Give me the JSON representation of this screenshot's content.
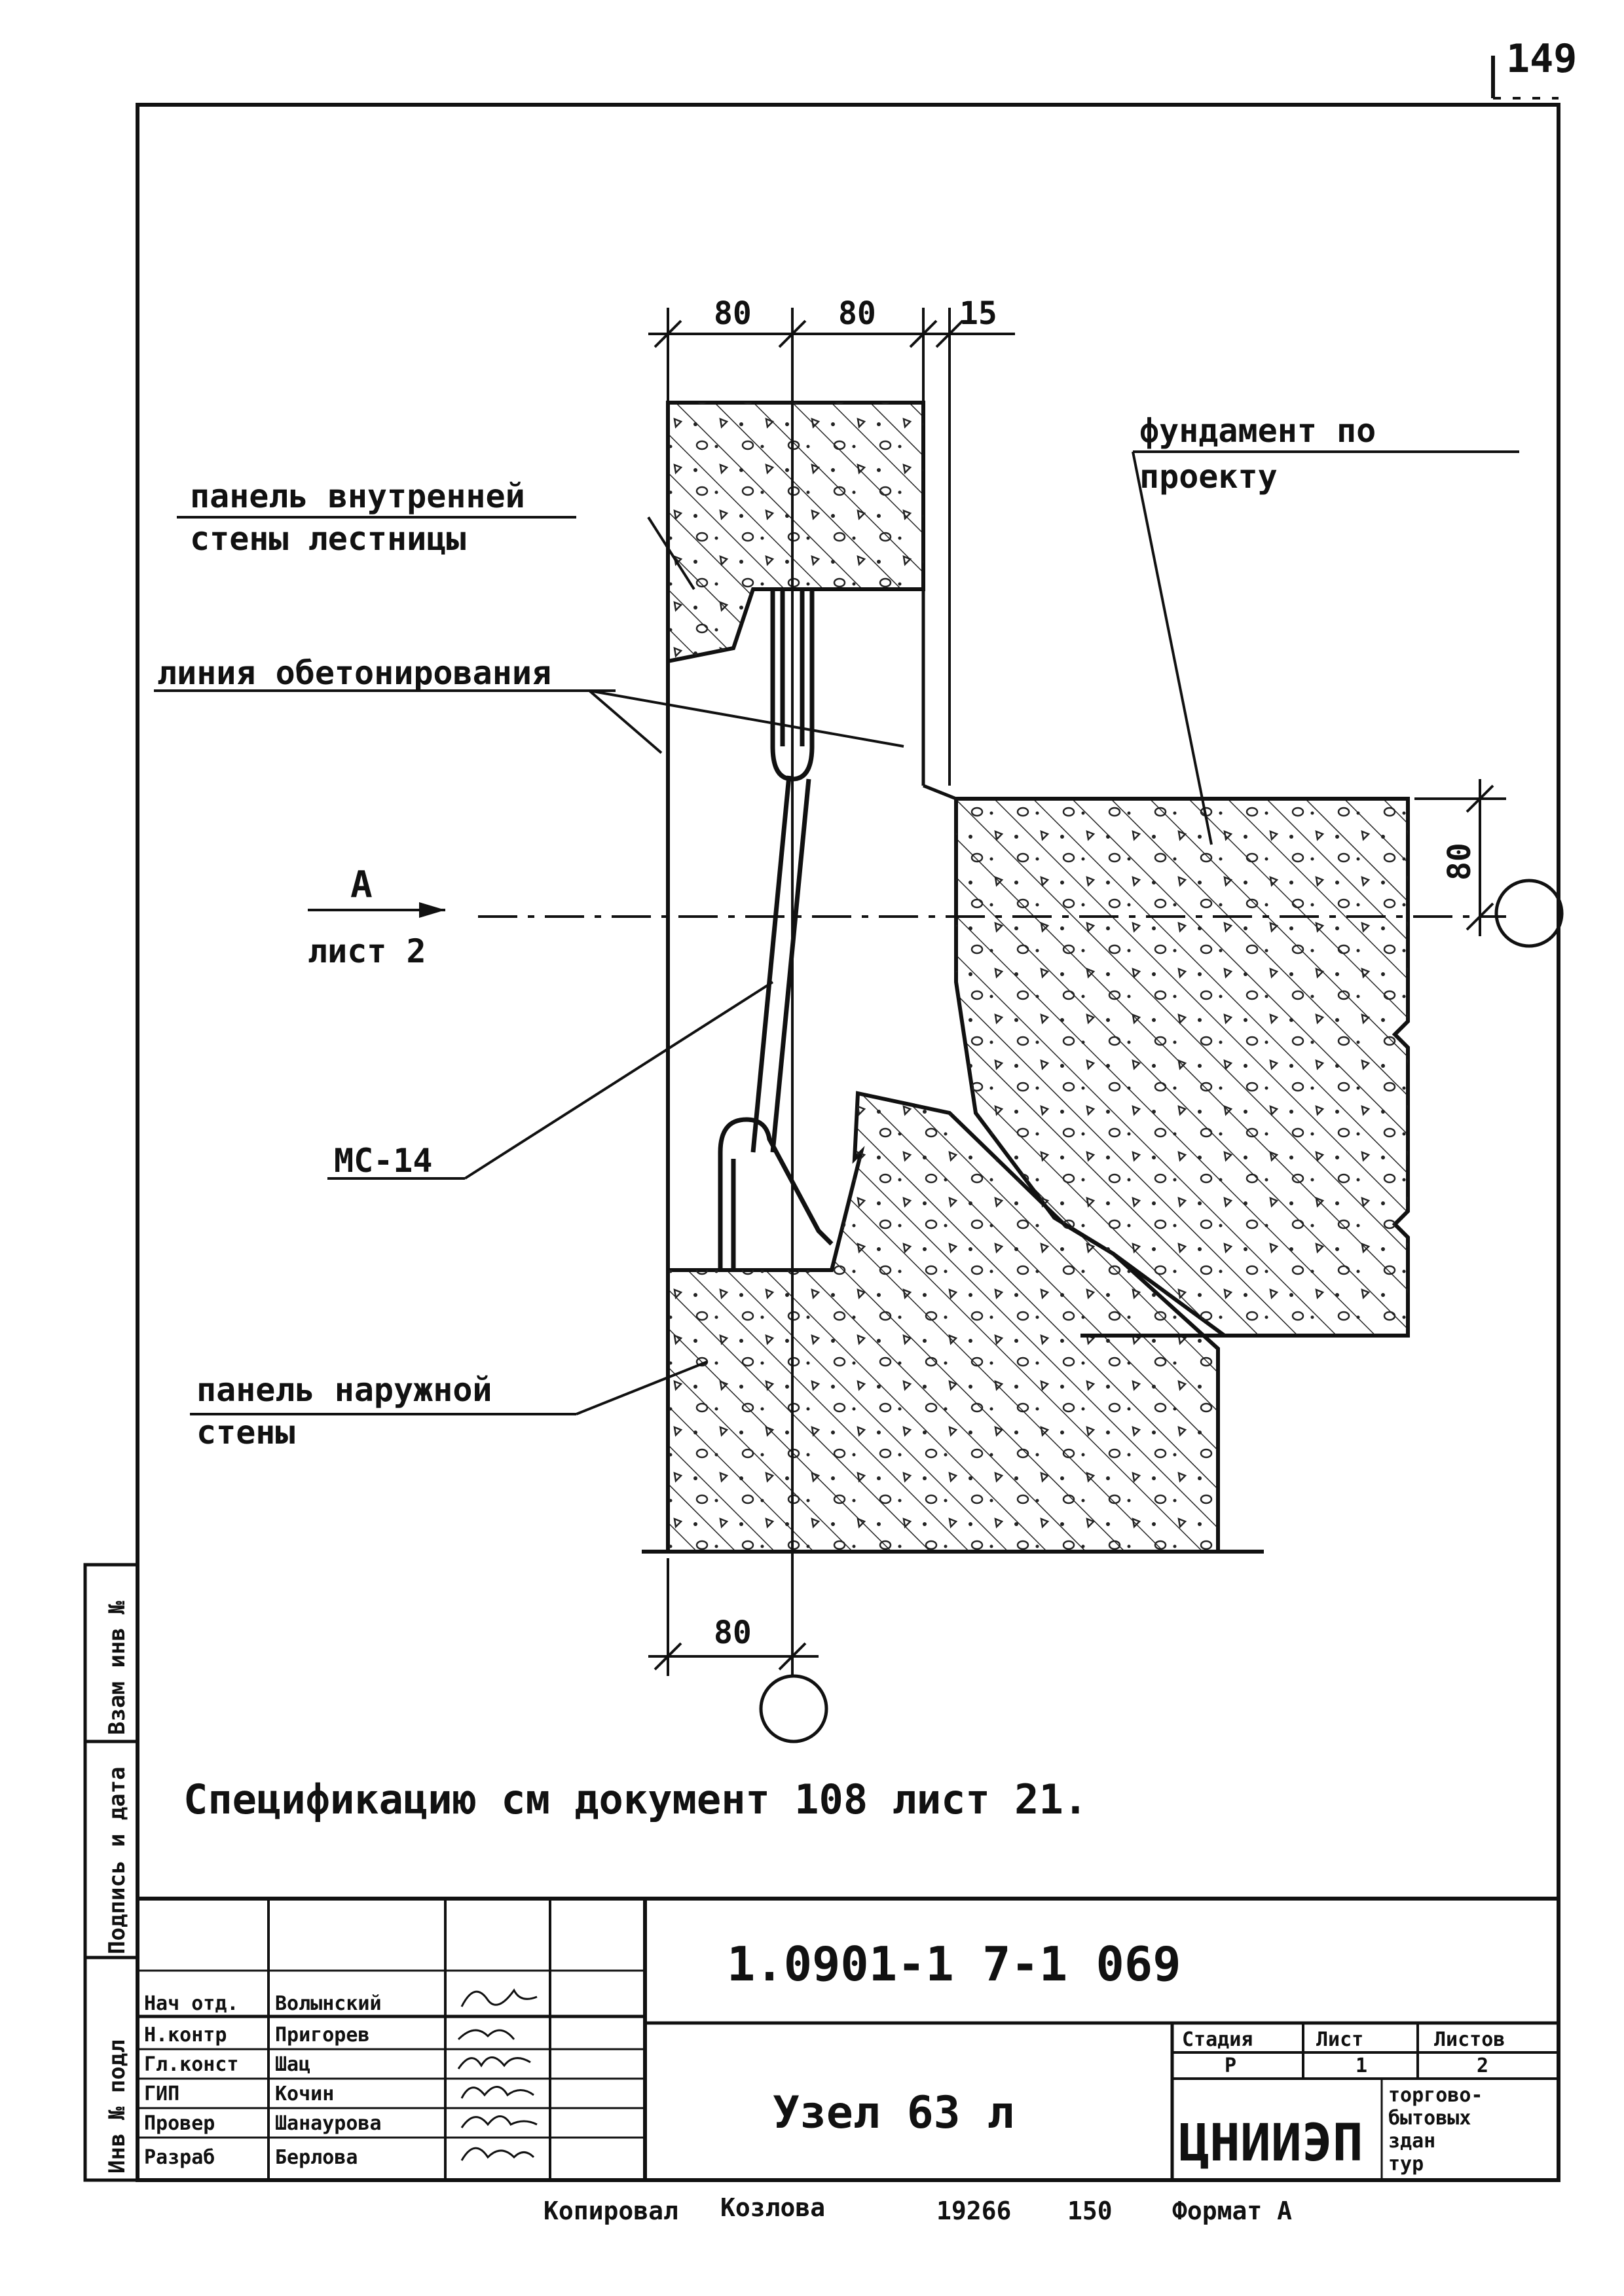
{
  "sheet_corner_number": "149",
  "dimensions": {
    "top_a": "80",
    "top_b": "80",
    "top_c": "15",
    "right": "80",
    "bottom": "80"
  },
  "labels": {
    "inner_panel_line1": "панель внутренней",
    "inner_panel_line2": "стены лестницы",
    "concreting_line": "линия обетонирования",
    "foundation_line1": "фундамент по",
    "foundation_line2": "проекту",
    "section_letter": "А",
    "section_sheet": "лист 2",
    "bracket": "МС-14",
    "outer_panel_line1": "панель наружной",
    "outer_panel_line2": "стены"
  },
  "specification_note": "Спецификацию см документ 108 лист 21.",
  "side_stamp": [
    "Инв № подл",
    "Подпись и дата",
    "Взам инв №"
  ],
  "title_block": {
    "document_code": "1.0901-1 7-1 069",
    "sheet_title": "Узел 63 л",
    "roles": [
      {
        "role": "Нач отд.",
        "name": "Волынский"
      },
      {
        "role": "Н.контр",
        "name": "Пригорев"
      },
      {
        "role": "Гл.конст",
        "name": "Шац"
      },
      {
        "role": "ГИП",
        "name": "Кочин"
      },
      {
        "role": "Провер",
        "name": "Шанаурова"
      },
      {
        "role": "Разраб",
        "name": "Берлова"
      }
    ],
    "stage_header": "Стадия",
    "sheet_header": "Лист",
    "sheets_header": "Листов",
    "stage_value": "Р",
    "sheet_value": "1",
    "sheets_value": "2",
    "organization": "ЦНИИЭП",
    "organization_note": [
      "торгово-",
      "бытовых",
      "здан",
      "тур"
    ]
  },
  "footer": {
    "copied_label": "Копировал",
    "copied_name": "Козлова",
    "order_number": "19266",
    "copies": "150",
    "format_label": "Формат А"
  }
}
